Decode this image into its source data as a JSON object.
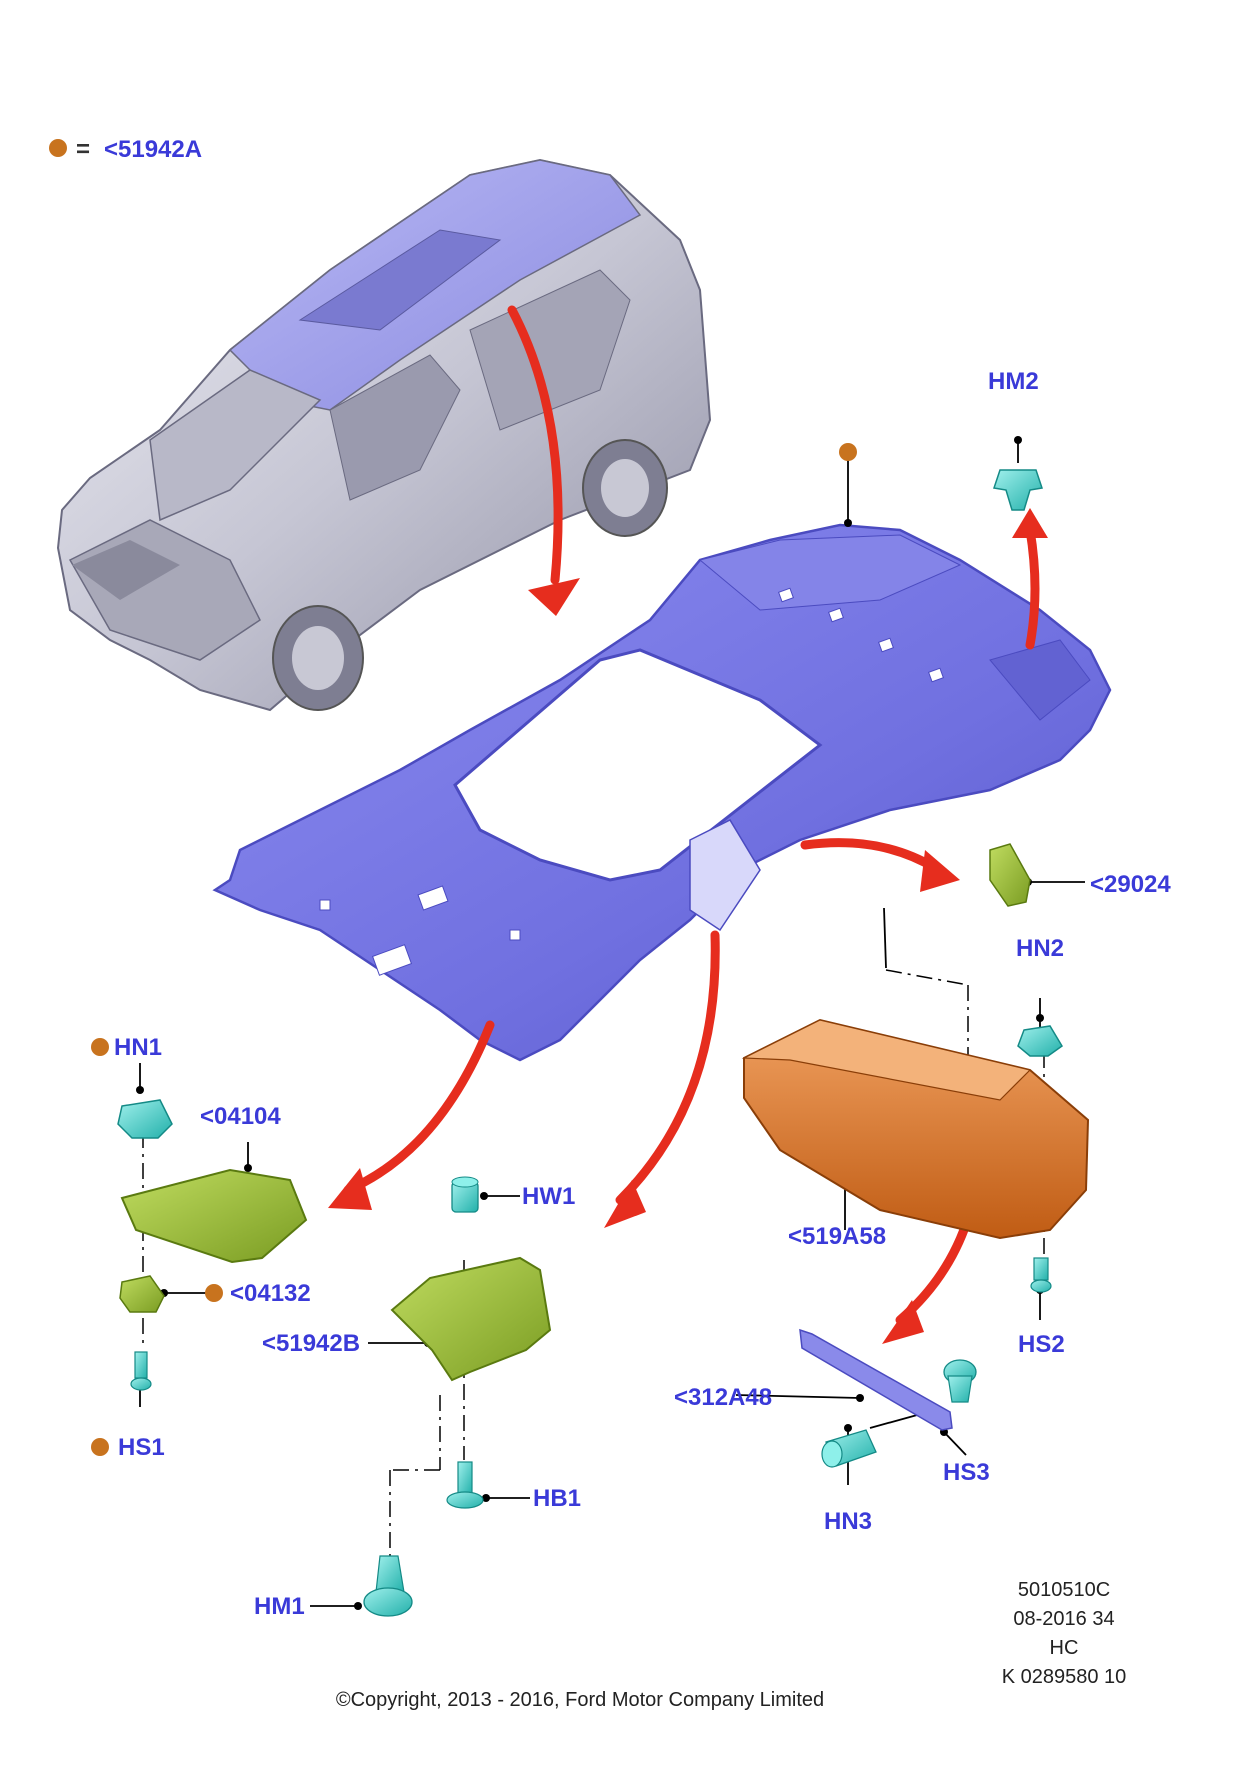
{
  "colors": {
    "label": "#3a3ad8",
    "dot": "#c8731e",
    "arrow": "#e62d1e",
    "headliner": "#7474e4",
    "headliner_edge": "#4b4bc0",
    "van_body": "#c4c4d2",
    "van_roof": "#9c9ce8",
    "fastener": "#3fd0ca",
    "bracket": "#98bc3a",
    "console": "#e07a2a",
    "rail": "#7a7ae0"
  },
  "legend": {
    "equals": "=",
    "part": "<51942A"
  },
  "callouts": {
    "hm2": "HM2",
    "p29024": "<29024",
    "hn2": "HN2",
    "hn1": "HN1",
    "p04104": "<04104",
    "p04132": "<04132",
    "hs1": "HS1",
    "hw1": "HW1",
    "p51942b": "<51942B",
    "hb1": "HB1",
    "hm1": "HM1",
    "p519a58": "<519A58",
    "hs2": "HS2",
    "p312a48": "<312A48",
    "hs3": "HS3",
    "hn3": "HN3"
  },
  "footer": {
    "ref1": "5010510C",
    "ref2": "08-2016 34",
    "ref3": "HC",
    "ref4": "K 0289580 10",
    "copyright": "©Copyright, 2013 - 2016, Ford Motor Company Limited"
  }
}
